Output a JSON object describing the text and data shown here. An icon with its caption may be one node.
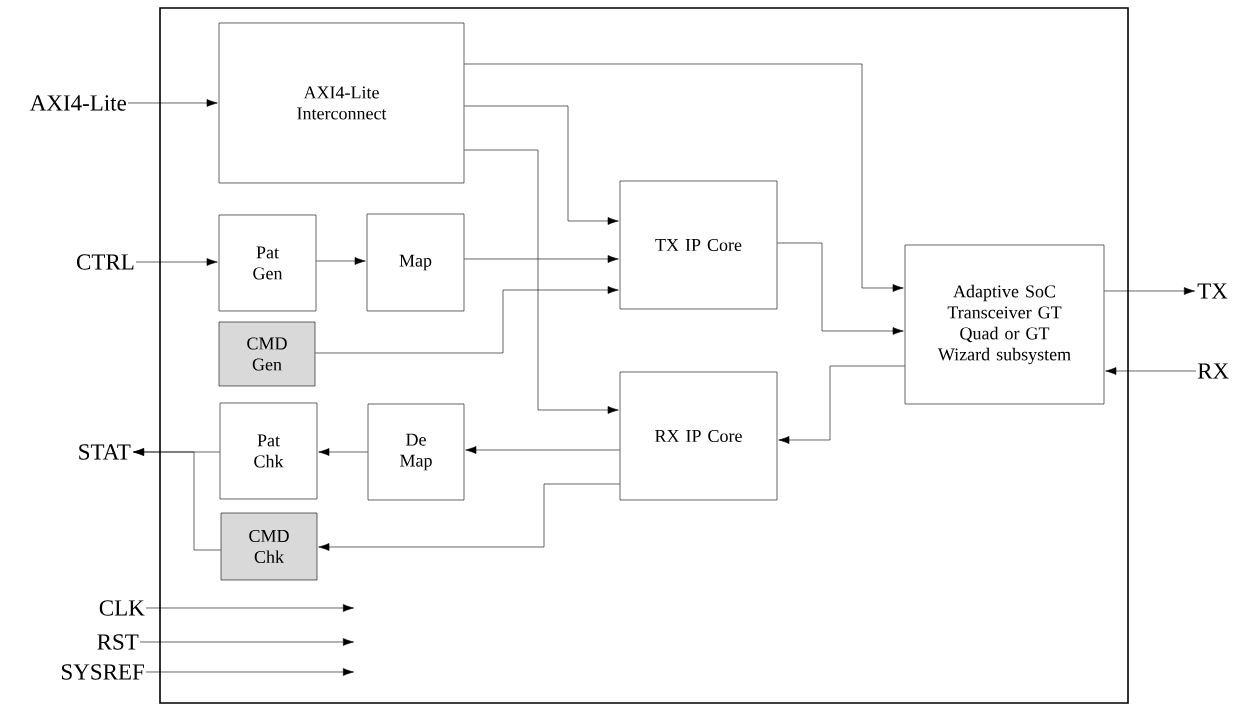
{
  "diagram": {
    "nodes": [
      {
        "text": [],
        "shape": "box"
      },
      {
        "text": [
          "AXI4-Lite"
        ]
      },
      {
        "text": [
          "AXI4-Lite Interconnect"
        ],
        "in": 0
      },
      {
        "text": [
          "CTRL"
        ]
      },
      {
        "text": [
          "Pat Gen"
        ],
        "in": 0
      },
      {
        "text": [
          "Map"
        ],
        "in": 0
      },
      {
        "text": [
          "CMD Gen"
        ],
        "in": 0
      },
      {
        "text": [
          "TX IP Core"
        ],
        "in": 0
      },
      {
        "text": [
          "Adaptive SoC Transceiver GT Quad or GT Wizard subsystem"
        ],
        "in": 0
      },
      {
        "text": [
          "TX"
        ]
      },
      {
        "text": [
          "RX"
        ]
      },
      {
        "text": [
          "STAT"
        ]
      },
      {
        "text": [
          "Pat Chk"
        ],
        "in": 0
      },
      {
        "text": [
          "De Map"
        ],
        "in": 0
      },
      {
        "text": [
          "RX IP Core"
        ],
        "in": 0
      },
      {
        "text": [
          "CMD Chk"
        ],
        "in": 0
      },
      {
        "text": [
          "CLK"
        ]
      },
      {
        "text": [
          "RST"
        ]
      },
      {
        "text": [
          "SYSREF"
        ]
      }
    ],
    "edges": [
      {
        "from": 1,
        "to": 2,
        "arrow": "to"
      },
      {
        "from": 3,
        "to": 4,
        "arrow": "to"
      },
      {
        "from": 4,
        "to": 5,
        "arrow": "to"
      },
      {
        "from": 2,
        "to": 8,
        "arrow": "to"
      },
      {
        "from": 2,
        "to": 7,
        "arrow": "to"
      },
      {
        "from": 2,
        "to": 14,
        "arrow": "to"
      },
      {
        "from": 5,
        "to": 7,
        "arrow": "to"
      },
      {
        "from": 6,
        "to": 7,
        "arrow": "to"
      },
      {
        "from": 7,
        "to": 8,
        "arrow": "to"
      },
      {
        "from": 8,
        "to": 9,
        "arrow": "to"
      },
      {
        "from": 10,
        "to": 8,
        "arrow": "to"
      },
      {
        "from": 8,
        "to": 14,
        "arrow": "to"
      },
      {
        "from": 14,
        "to": 13,
        "arrow": "to"
      },
      {
        "from": 13,
        "to": 12,
        "arrow": "to"
      },
      {
        "from": 14,
        "to": 15,
        "arrow": "to"
      },
      {
        "from": 12,
        "to": 11,
        "arrow": "to"
      },
      {
        "from": 15,
        "to": 11,
        "arrow": "to"
      },
      {
        "from": 16,
        "to": null,
        "arrow": "to"
      },
      {
        "from": 17,
        "to": null,
        "arrow": "to"
      },
      {
        "from": 18,
        "to": null,
        "arrow": "to"
      }
    ]
  }
}
